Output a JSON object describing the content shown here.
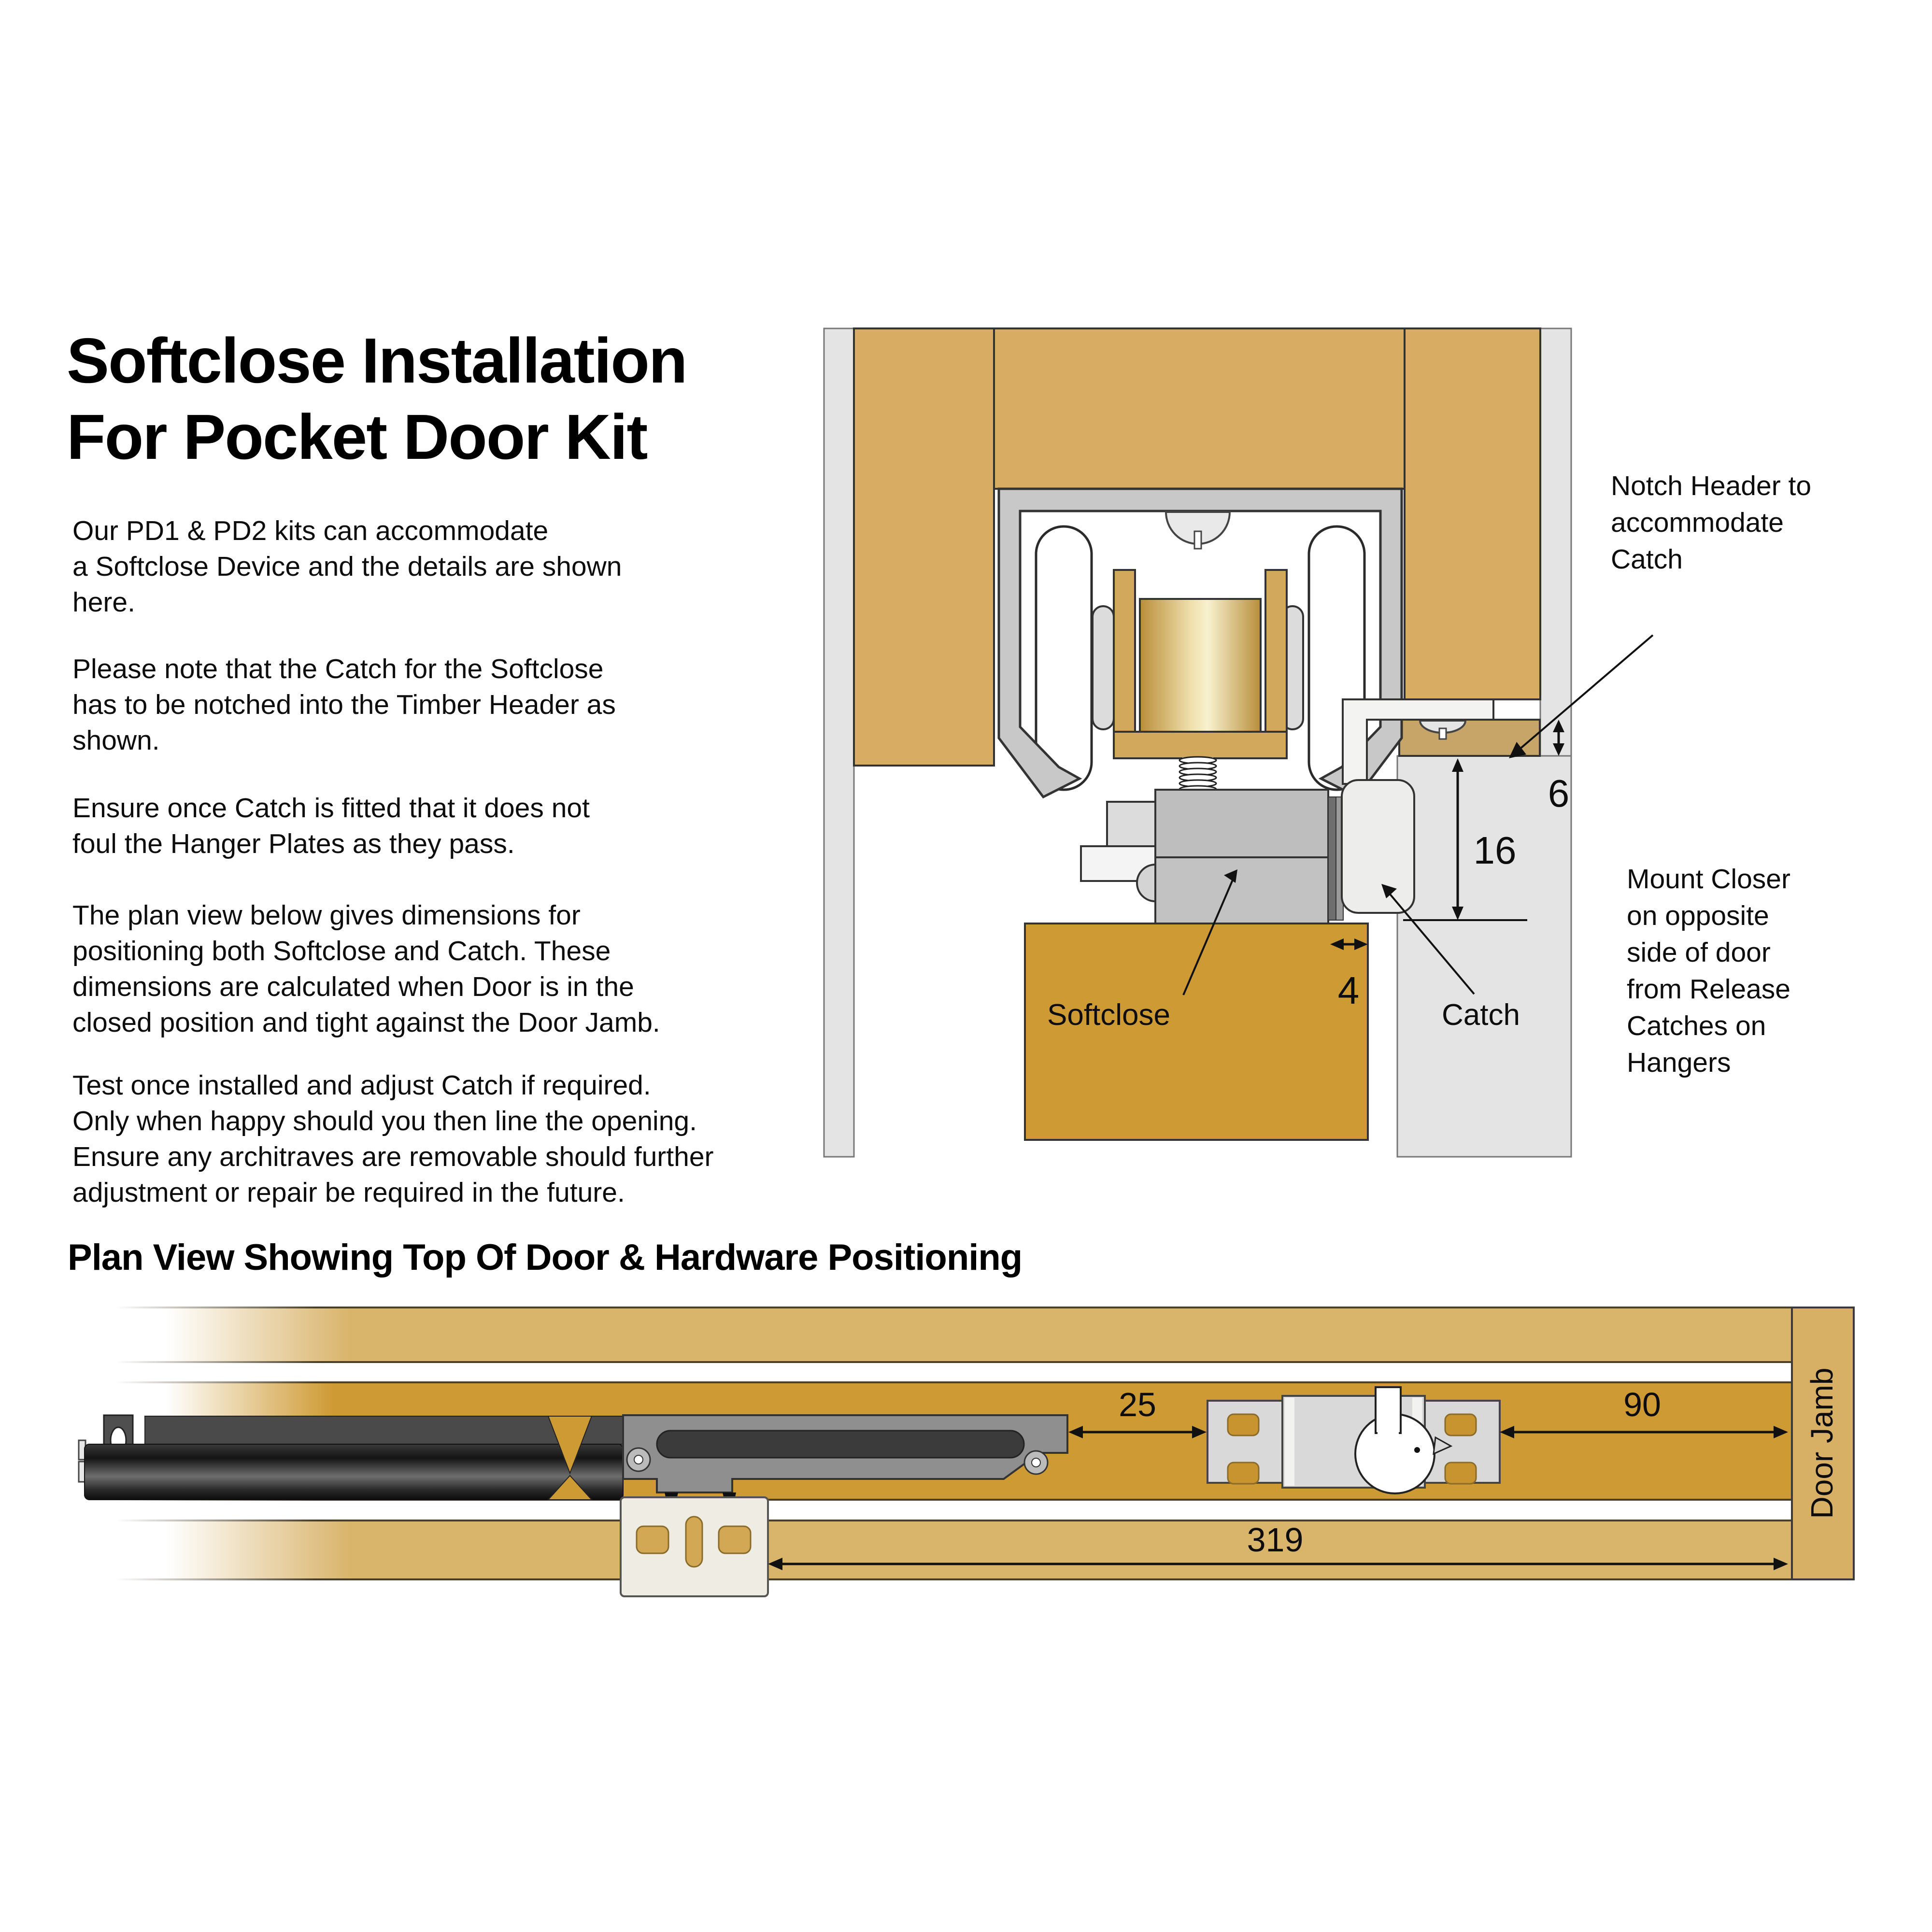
{
  "title": {
    "line1": "Softclose Installation",
    "line2": "For Pocket Door Kit"
  },
  "paragraphs": [
    [
      "Our PD1 & PD2 kits can accommodate",
      "a Softclose Device and the details are shown",
      "here."
    ],
    [
      "Please note that the Catch for the Softclose",
      "has to be notched into the Timber Header as",
      "shown."
    ],
    [
      "Ensure once Catch is fitted that it does not",
      "foul the Hanger Plates as they pass."
    ],
    [
      "The plan view below gives dimensions for",
      "positioning both Softclose and Catch. These",
      "dimensions are calculated when Door is in the",
      "closed position and tight against the Door Jamb."
    ],
    [
      "Test once installed and adjust Catch if required.",
      "Only when happy should you then line the opening.",
      "Ensure any architraves are removable should further",
      "adjustment or repair be required in the future."
    ]
  ],
  "cross_section": {
    "callout_notch": [
      "Notch Header to",
      "accommodate",
      "Catch"
    ],
    "callout_mount": [
      "Mount Closer",
      "on opposite",
      "side of door",
      "from Release",
      "Catches on",
      "Hangers"
    ],
    "label_softclose": "Softclose",
    "label_catch": "Catch",
    "dim_notch_depth": "6",
    "dim_catch_height": "16",
    "dim_door_gap": "4"
  },
  "plan_view": {
    "heading": "Plan View Showing Top Of Door & Hardware Positioning",
    "dim_gap": "25",
    "dim_to_jamb": "90",
    "dim_total": "319",
    "label_jamb": "Door Jamb"
  },
  "colors": {
    "timber_light": "#D8AD63",
    "timber_band": "#D9B46B",
    "timber_door": "#CE9A33",
    "notch_block": "#C7A569",
    "liner_grey": "#E4E4E4",
    "metal_grey": "#BEBEBE",
    "dim_black": "#111111"
  }
}
